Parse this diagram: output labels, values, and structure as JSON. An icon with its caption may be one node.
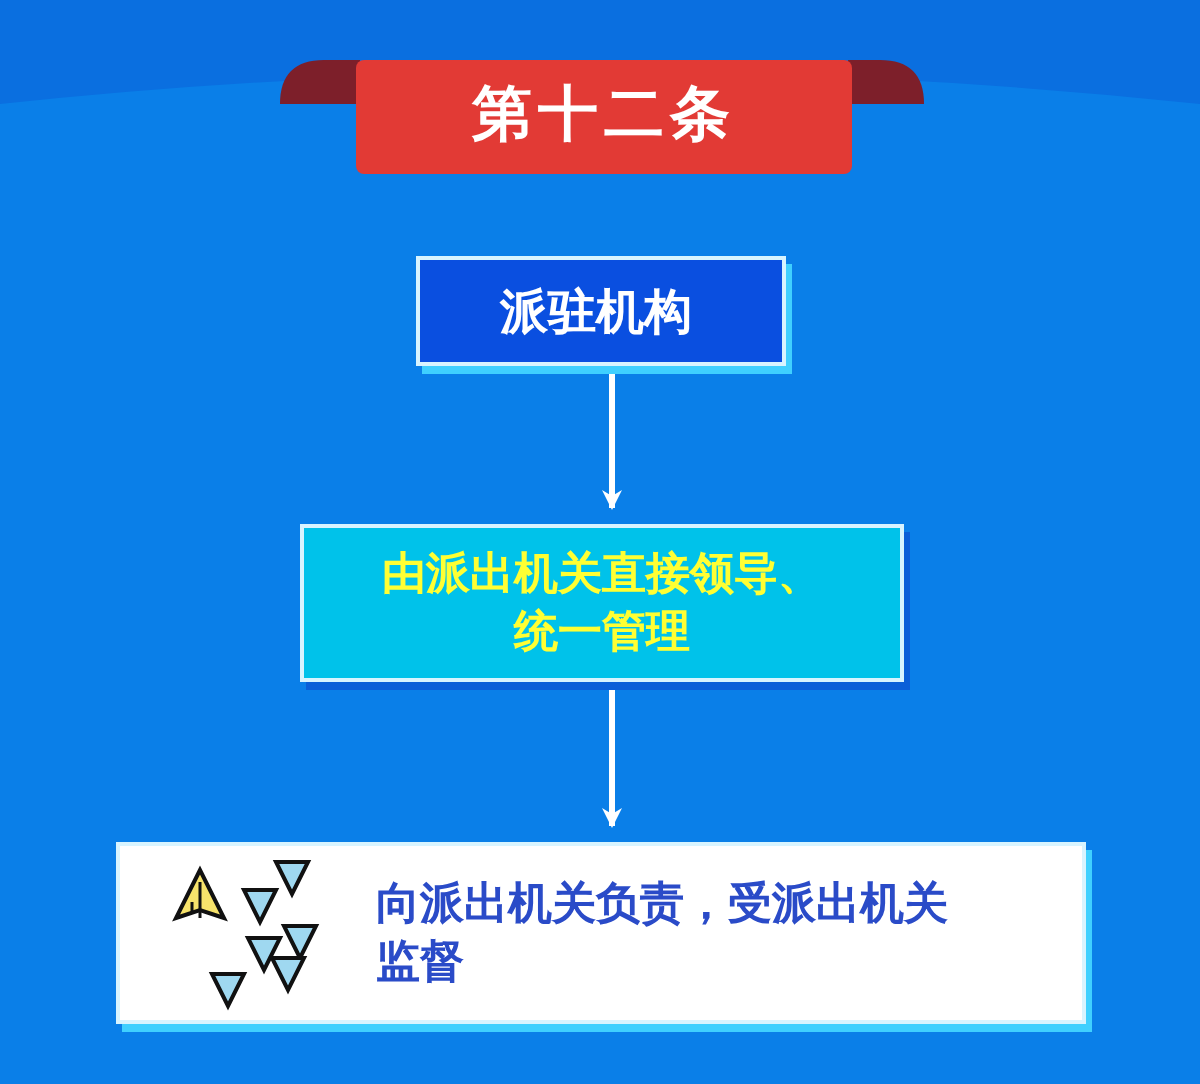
{
  "diagram": {
    "title": "第十二条",
    "nodes": [
      {
        "text": [
          "派驻机构"
        ]
      },
      {
        "text": [
          "由派出机关直接领导、统一管理"
        ]
      },
      {
        "text": [
          "向派出机关负责，受派出机关监督"
        ]
      }
    ],
    "edges": [
      {
        "from": 0,
        "to": 1,
        "arrow": "to"
      },
      {
        "from": 1,
        "to": 2,
        "arrow": "to"
      }
    ]
  }
}
